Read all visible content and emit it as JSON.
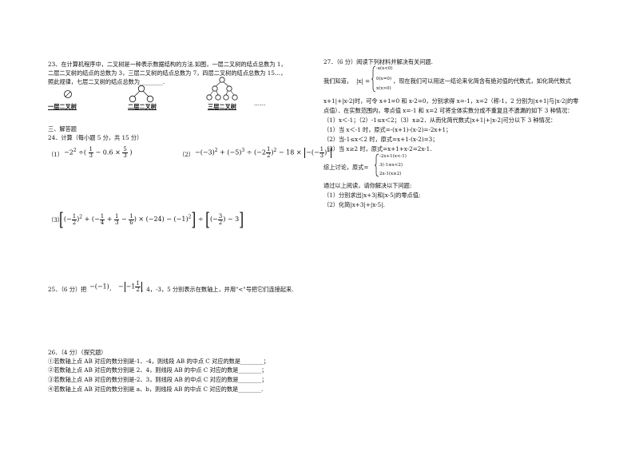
{
  "left": {
    "q23": {
      "line1": "23、在计算机程序中，二叉树是一种表示数据结构的方法.如图，一层二叉树的结点总数为 1，",
      "line2": "二层二叉树的结点的总数为 3，三层二叉树的结点总数为 7，四层二叉树的结点总数为 15…，",
      "line3": "照此规律，七层二叉树的结点总数为________.",
      "tree_labels": [
        "一层二叉树",
        "二层二叉树",
        "三层二叉树"
      ],
      "ellipsis": "……"
    },
    "section3": "三、解答题",
    "q24": {
      "title": "24．计算（每小题 5 分，共 15 分）",
      "p1_label": "（1）",
      "p2_label": "（2）",
      "p3_label": "（3）"
    },
    "q25": {
      "prefix": "25．（6 分）把",
      "suffix": "，4，-3，5 分别表示在数轴上，并用\"<\"号把它们连接起来."
    },
    "q26": {
      "title": "26．（4 分）（探究题）",
      "items": [
        "①若数轴上点 AB 对应的数分别是-1、-4，则线段 AB 的中点 C 对应的数是________；",
        "②若数轴上点 AB 对应的数分别是 2、4，则线段 AB 的中点 C 对应的数是________；",
        "③若数轴上点 AB 对应的数分别是-2、3，则线段 AB 的中点 C 对应的数是________；",
        "④若数轴上点 AB 对应的数分别是 a、b，则线段 AB 的中点 C 对应的数是________."
      ]
    }
  },
  "right": {
    "q27": {
      "title": "27．（6 分）阅读下列材料并解决有关问题.",
      "intro_a": "我们知道，",
      "intro_b": "，现在我们可以用这一结论来化简含有绝对值的代数式，如化简代数式",
      "abs_cases": [
        "-x(x<0)",
        "0(x=0)",
        "x(x>0)"
      ],
      "line2": "x+1|+|x-2|时，可令 x+1=0 和 x-2=0，分别求得 x=-1，x=2（称-1，2 分别为|x+1|与|x-2|的零",
      "line3": "点值）．在实数范围内，零点值 x=-1 和 x=2 可将全体实数分成不重复且不遗漏的如下 3 种情况：",
      "line4": "（1）x＜-1；（2）-1≤x＜2；（3）x≥2．从而化简代数式|x+1|+|x-2|可分以下 3 种情况：",
      "line5": "（1）当 x＜-1 时，原式=-(x+1)-(x-2)=-2x+1；",
      "line6": "（2）当-1≤x＜2 时，原式=x+1-(x-2)=3；",
      "line7": "（3）当 x≥2 时，原式=x+1+x-2=2x-1.",
      "summary_a": "综上讨论，原式=",
      "summary_cases": [
        "-2x+1(x<-1)",
        "3(-1≤x<2)",
        "2x-1(x≥2)"
      ],
      "line8": "通过以上阅读，请你解决以下问题:",
      "line9": "（1）分别求出|x+3|和|x-5|的零点值;",
      "line10": "（2）化简|x+3|+|x-5|."
    }
  }
}
